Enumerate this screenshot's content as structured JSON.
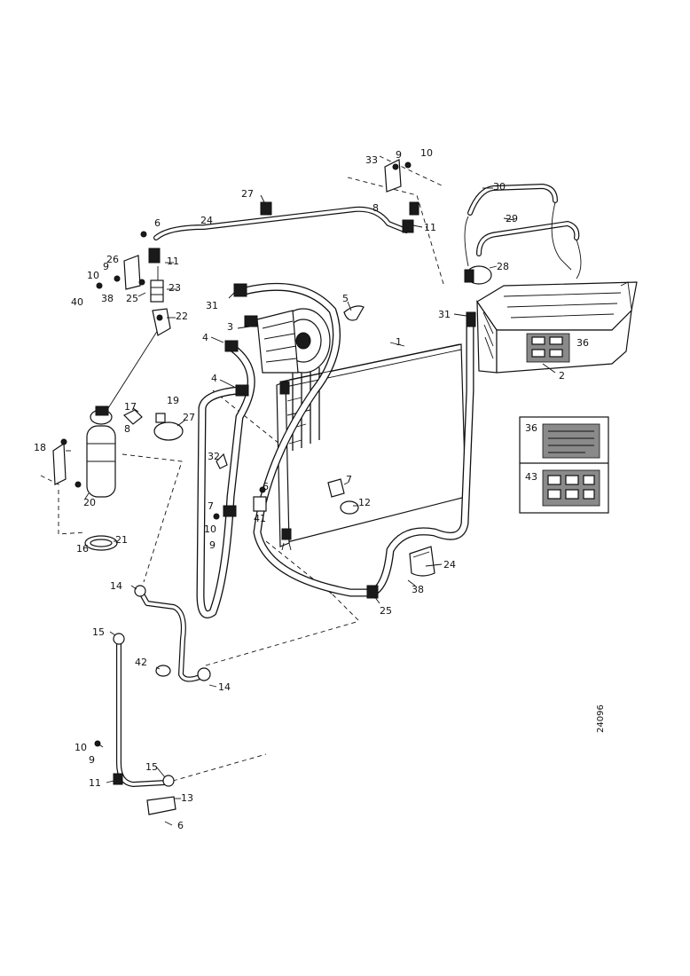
{
  "diagram": {
    "drawing_number": "24096",
    "part_labels": [
      {
        "id": "l1",
        "text": "1"
      },
      {
        "id": "l2",
        "text": "2"
      },
      {
        "id": "l3",
        "text": "3"
      },
      {
        "id": "l4a",
        "text": "4"
      },
      {
        "id": "l4b",
        "text": "4"
      },
      {
        "id": "l5",
        "text": "5"
      },
      {
        "id": "l6a",
        "text": "6"
      },
      {
        "id": "l6b",
        "text": "6"
      },
      {
        "id": "l6c",
        "text": "6"
      },
      {
        "id": "l7a",
        "text": "7"
      },
      {
        "id": "l7b",
        "text": "7"
      },
      {
        "id": "l8a",
        "text": "8"
      },
      {
        "id": "l8b",
        "text": "8"
      },
      {
        "id": "l9a",
        "text": "9"
      },
      {
        "id": "l9b",
        "text": "9"
      },
      {
        "id": "l9c",
        "text": "9"
      },
      {
        "id": "l9d",
        "text": "9"
      },
      {
        "id": "l10a",
        "text": "10"
      },
      {
        "id": "l10b",
        "text": "10"
      },
      {
        "id": "l10c",
        "text": "10"
      },
      {
        "id": "l10d",
        "text": "10"
      },
      {
        "id": "l11a",
        "text": "11"
      },
      {
        "id": "l11b",
        "text": "11"
      },
      {
        "id": "l11c",
        "text": "11"
      },
      {
        "id": "l12",
        "text": "12"
      },
      {
        "id": "l13",
        "text": "13"
      },
      {
        "id": "l14a",
        "text": "14"
      },
      {
        "id": "l14b",
        "text": "14"
      },
      {
        "id": "l15a",
        "text": "15"
      },
      {
        "id": "l15b",
        "text": "15"
      },
      {
        "id": "l16",
        "text": "16"
      },
      {
        "id": "l17",
        "text": "17"
      },
      {
        "id": "l18",
        "text": "18"
      },
      {
        "id": "l19",
        "text": "19"
      },
      {
        "id": "l20",
        "text": "20"
      },
      {
        "id": "l21",
        "text": "21"
      },
      {
        "id": "l22",
        "text": "22"
      },
      {
        "id": "l23",
        "text": "23"
      },
      {
        "id": "l24a",
        "text": "24"
      },
      {
        "id": "l24b",
        "text": "24"
      },
      {
        "id": "l25a",
        "text": "25"
      },
      {
        "id": "l25b",
        "text": "25"
      },
      {
        "id": "l26",
        "text": "26"
      },
      {
        "id": "l27a",
        "text": "27"
      },
      {
        "id": "l27b",
        "text": "27"
      },
      {
        "id": "l28",
        "text": "28"
      },
      {
        "id": "l29",
        "text": "29"
      },
      {
        "id": "l30",
        "text": "30"
      },
      {
        "id": "l31a",
        "text": "31"
      },
      {
        "id": "l31b",
        "text": "31"
      },
      {
        "id": "l32",
        "text": "32"
      },
      {
        "id": "l33",
        "text": "33"
      },
      {
        "id": "l36",
        "text": "36"
      },
      {
        "id": "l38a",
        "text": "38"
      },
      {
        "id": "l38b",
        "text": "38"
      },
      {
        "id": "l40",
        "text": "40"
      },
      {
        "id": "l41",
        "text": "41"
      },
      {
        "id": "l42",
        "text": "42"
      }
    ],
    "decal_panel": {
      "top_label": "36",
      "bottom_label": "43"
    }
  }
}
